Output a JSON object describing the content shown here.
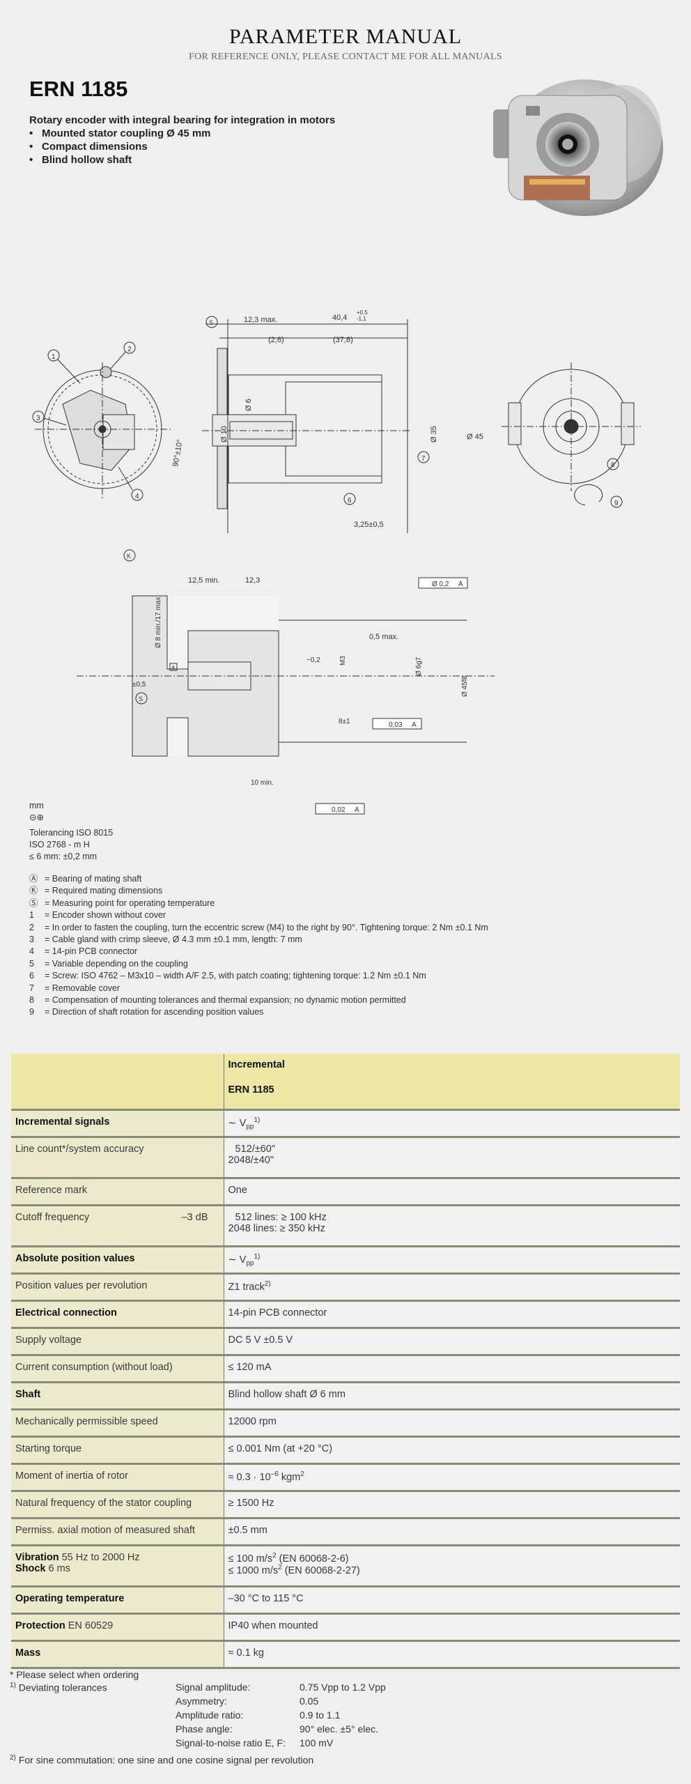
{
  "header": {
    "title": "PARAMETER MANUAL",
    "subtitle": "FOR REFERENCE ONLY, PLEASE CONTACT ME FOR ALL MANUALS"
  },
  "product": {
    "name": "ERN 1185",
    "description": "Rotary encoder with integral bearing for integration in motors",
    "features": [
      "Mounted stator coupling Ø 45 mm",
      "Compact dimensions",
      "Blind hollow shaft"
    ]
  },
  "drawing": {
    "labels": {
      "dim_12_3_max": "12,3 max.",
      "dim_40_4": "40,4",
      "dim_40_4_tol_plus": "+0,5",
      "dim_40_4_tol_minus": "-1,1",
      "dim_2_6": "(2,6)",
      "dim_37_8": "(37,8)",
      "dim_6": "Ø 6",
      "dim_10": "Ø 10",
      "dim_35": "Ø 35",
      "dim_45": "Ø 45",
      "dim_3_25": "3,25±0,5",
      "dim_90": "90°±10°",
      "dim_12_5_min": "12,5 min.",
      "dim_12_3": "12,3",
      "dim_0_5_max": "0,5 max.",
      "dim_8_mm": "Ø 8 min./17 max.",
      "dim_6g7": "Ø 6g7",
      "dim_45f8": "Ø 45f8",
      "dim_m3": "M3",
      "dim_0_2": "~0,2",
      "dim_pm_0_5": "±0,5",
      "dim_8_1": "8±1",
      "dim_10_min": "10 min.",
      "tol_pos": "Ø 0,2",
      "tol_runout1": "0,03",
      "tol_runout2": "0,02",
      "ref_a": "A",
      "marker_k": "K",
      "marker_a": "A",
      "marker_s": "S"
    }
  },
  "notes": {
    "unit": "mm",
    "tolerancing": "Tolerancing ISO 8015",
    "iso": "ISO 2768 - m H",
    "small": "≤ 6 mm: ±0,2 mm"
  },
  "legend": [
    {
      "key": "Ⓐ",
      "text": "= Bearing of mating shaft"
    },
    {
      "key": "Ⓚ",
      "text": "= Required mating dimensions"
    },
    {
      "key": "Ⓢ",
      "text": "= Measuring point for operating temperature"
    },
    {
      "key": "1",
      "text": "= Encoder shown without cover"
    },
    {
      "key": "2",
      "text": "= In order to fasten the coupling, turn the eccentric screw (M4) to the right by 90°. Tightening torque: 2 Nm ±0.1 Nm"
    },
    {
      "key": "3",
      "text": "= Cable gland with crimp sleeve, Ø 4.3 mm ±0.1 mm, length: 7 mm"
    },
    {
      "key": "4",
      "text": "= 14-pin PCB connector"
    },
    {
      "key": "5",
      "text": "= Variable depending on the coupling"
    },
    {
      "key": "6",
      "text": "= Screw: ISO 4762 – M3x10 – width A/F 2.5, with patch coating; tightening torque: 1.2 Nm ±0.1 Nm"
    },
    {
      "key": "7",
      "text": "= Removable cover"
    },
    {
      "key": "8",
      "text": "= Compensation of mounting tolerances and thermal expansion; no dynamic motion permitted"
    },
    {
      "key": "9",
      "text": "= Direction of shaft rotation for ascending position values"
    }
  ],
  "table": {
    "head1": "Incremental",
    "head2": "ERN 1185",
    "rows": {
      "inc_signals": {
        "label": "Incremental signals",
        "value": "∼ V",
        "sub": "pp",
        "sup": "1)"
      },
      "line_count": {
        "label": "Line count*/system accuracy",
        "v1": "512/±60\"",
        "v2": "2048/±40\""
      },
      "ref_mark": {
        "label": "Reference mark",
        "value": "One"
      },
      "cutoff": {
        "label": "Cutoff frequency",
        "extra": "–3 dB",
        "v1": "512 lines: ≥ 100 kHz",
        "v2": "2048 lines: ≥ 350 kHz"
      },
      "abs_pos": {
        "label": "Absolute position values",
        "value": "∼ V",
        "sub": "pp",
        "sup": "1)"
      },
      "pos_per_rev": {
        "label": "Position values per revolution",
        "value": "Z1 track",
        "sup": "2)"
      },
      "elec_conn": {
        "label": "Electrical connection",
        "value": "14-pin PCB connector"
      },
      "supply": {
        "label": "Supply voltage",
        "value": "DC 5 V ±0.5 V"
      },
      "current": {
        "label": "Current consumption (without load)",
        "value": "≤ 120 mA"
      },
      "shaft": {
        "label": "Shaft",
        "value": "Blind hollow shaft Ø 6 mm"
      },
      "speed": {
        "label": "Mechanically permissible speed",
        "value": "12000 rpm"
      },
      "torque": {
        "label": "Starting torque",
        "value": "≤ 0.001 Nm (at +20 °C)"
      },
      "inertia": {
        "label": "Moment of inertia of rotor",
        "value_a": "≈ 0.3 · 10",
        "exp": "–6",
        "value_b": " kgm",
        "exp2": "2"
      },
      "nat_freq": {
        "label": "Natural frequency of the stator coupling",
        "value": "≥ 1500 Hz"
      },
      "axial": {
        "label": "Permiss. axial motion of measured shaft",
        "value": "±0.5 mm"
      },
      "vibration": {
        "label_b": "Vibration",
        "label": " 55 Hz to 2000 Hz",
        "label2_b": "Shock",
        "label2": " 6 ms",
        "v1a": "≤   100 m/s",
        "v1b": " (EN 60068-2-6)",
        "v2a": "≤ 1000 m/s",
        "v2b": " (EN 60068-2-27)",
        "exp": "2"
      },
      "op_temp": {
        "label": "Operating temperature",
        "value": "–30 °C to 115 °C"
      },
      "protection": {
        "label_b": "Protection",
        "label": " EN 60529",
        "value": "IP40 when mounted"
      },
      "mass": {
        "label": "Mass",
        "value": "≈ 0.1 kg"
      }
    }
  },
  "footnotes": {
    "star": "* Please select when ordering",
    "one_marker": "1)",
    "one_text": "Deviating tolerances",
    "params": [
      {
        "name": "Signal amplitude:",
        "value": "0.75 Vpp to 1.2 Vpp"
      },
      {
        "name": "Asymmetry:",
        "value": "0.05"
      },
      {
        "name": "Amplitude ratio:",
        "value": "0.9 to 1.1"
      },
      {
        "name": "Phase angle:",
        "value": "90° elec. ±5° elec."
      },
      {
        "name": "Signal-to-noise ratio E, F:",
        "value": "100 mV"
      }
    ],
    "two_marker": "2)",
    "two_text": "For sine commutation: one sine and one cosine signal per revolution"
  }
}
